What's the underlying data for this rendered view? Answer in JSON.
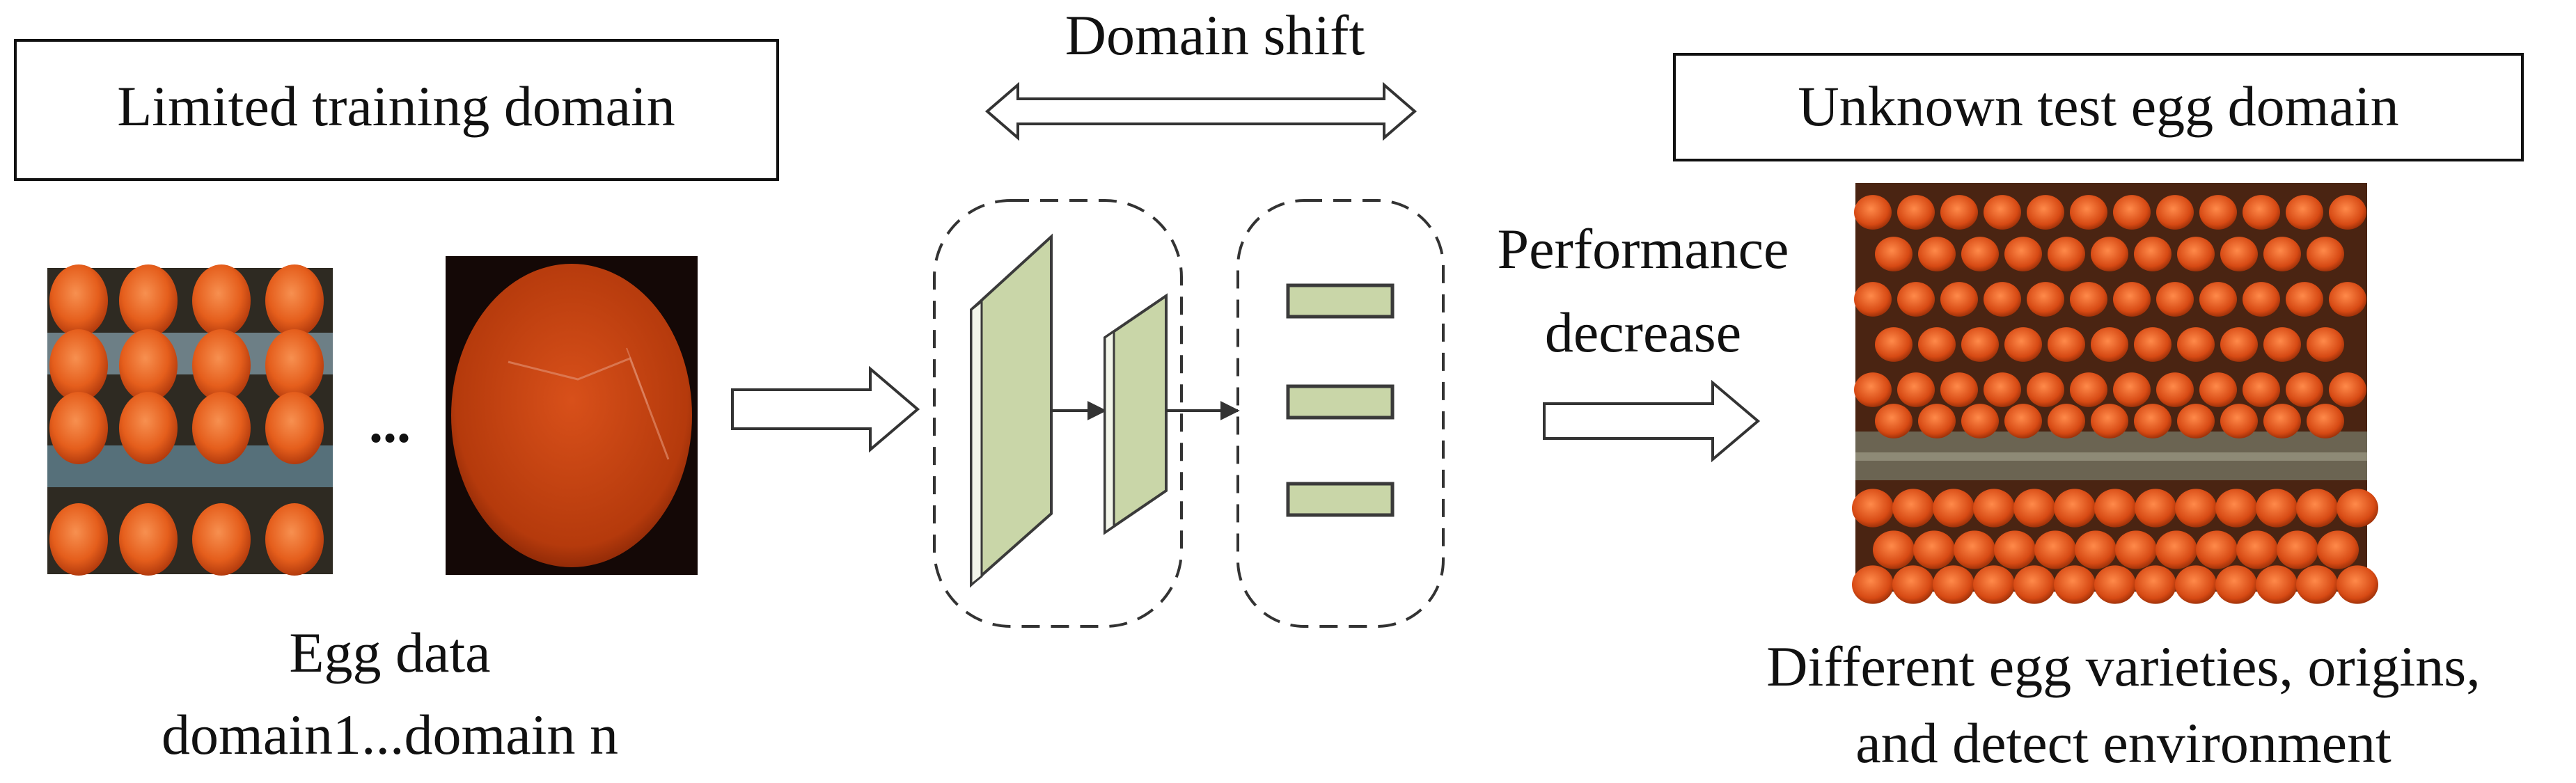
{
  "labels": {
    "training_domain": "Limited training domain",
    "domain_shift": "Domain shift",
    "unknown_domain": "Unknown test egg domain",
    "perf_line1": "Performance",
    "perf_line2": "decrease",
    "egg_line1": "Egg data",
    "egg_line2": "domain1...domain n",
    "ellipsis": "...",
    "diff_line1": "Different egg varieties, origins,",
    "diff_line2": "and detect environment"
  },
  "colors": {
    "layer_fill": "#c9d6a8",
    "layer_stroke": "#3a3a3a",
    "egg_orange": "#e8621e",
    "egg_dark": "#b93a0c",
    "candle_bg": "#140806",
    "arrow_fill": "#ffffff"
  }
}
